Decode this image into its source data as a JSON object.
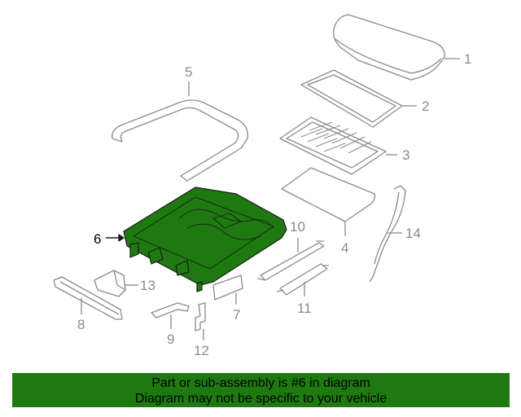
{
  "colors": {
    "highlight_part": "#1e7a10",
    "line": "#8a8a8a",
    "banner_bg": "#1e7a10",
    "banner_text": "#000000"
  },
  "callouts": {
    "c1": "1",
    "c2": "2",
    "c3": "3",
    "c4": "4",
    "c5": "5",
    "c6": "6",
    "c7": "7",
    "c8": "8",
    "c9": "9",
    "c10": "10",
    "c11": "11",
    "c12": "12",
    "c13": "13",
    "c14": "14"
  },
  "highlighted_callout": "6",
  "banner": {
    "line1": "Part or sub-assembly is #6 in diagram",
    "line2": "Diagram may not be specific to your vehicle"
  }
}
